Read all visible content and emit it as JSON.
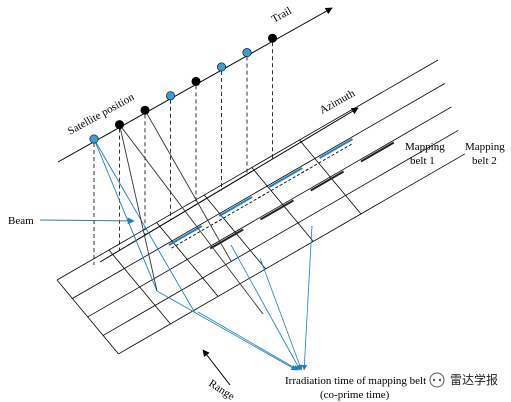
{
  "labels": {
    "trail": "Trail",
    "azimuth": "Azimuth",
    "satellite_position": "Satellite position",
    "mapping_belt_1_line1": "Mapping",
    "mapping_belt_1_line2": "belt 1",
    "mapping_belt_2_line1": "Mapping",
    "mapping_belt_2_line2": "belt 2",
    "beam": "Beam",
    "range": "Range",
    "irradiation_line1": "Irradiation time of mapping belt",
    "irradiation_line2": "(co-prime time)"
  },
  "watermark": {
    "text": "雷达学报"
  },
  "colors": {
    "line": "#000000",
    "beam_blue": "#1f7fc0",
    "dot_blue": "#3a9fd8",
    "dot_black": "#000000",
    "dashed": "#000000"
  },
  "satellite_dots": [
    "blue",
    "black",
    "black",
    "blue",
    "black",
    "blue",
    "blue",
    "black"
  ]
}
